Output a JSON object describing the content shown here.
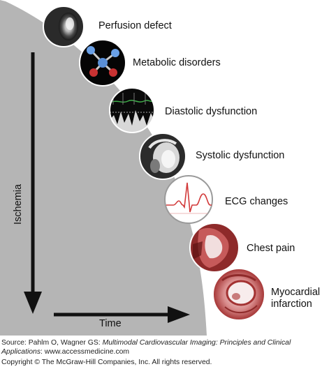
{
  "stages": [
    {
      "id": "perfusion",
      "label": "Perfusion defect",
      "icon": "perfusion-scan-icon"
    },
    {
      "id": "metabolic",
      "label": "Metabolic disorders",
      "icon": "molecule-icon"
    },
    {
      "id": "diastolic",
      "label": "Diastolic dysfunction",
      "icon": "doppler-waveform-icon"
    },
    {
      "id": "systolic",
      "label": "Systolic dysfunction",
      "icon": "heart-mri-icon"
    },
    {
      "id": "ecg",
      "label": "ECG changes",
      "icon": "ecg-trace-icon"
    },
    {
      "id": "chest",
      "label": "Chest pain",
      "icon": "chest-pain-image-icon"
    },
    {
      "id": "mi",
      "label": "Myocardial\ninfarction",
      "icon": "infarct-section-icon"
    }
  ],
  "axes": {
    "vertical": "Ischemia",
    "horizontal": "Time"
  },
  "footer": {
    "source_prefix": "Source: Pahlm O, Wagner GS: ",
    "source_title": "Multimodal Cardiovascular Imaging: Principles and Clinical Applications",
    "source_suffix": ": www.accessmedicine.com",
    "copyright": "Copyright © The McGraw-Hill Companies, Inc. All rights reserved."
  },
  "colors": {
    "curve_fill": "#b5b5b5",
    "arrow": "#111111",
    "ecg_trace": "#d23a3a",
    "tissue_red": "#b53a3a"
  }
}
